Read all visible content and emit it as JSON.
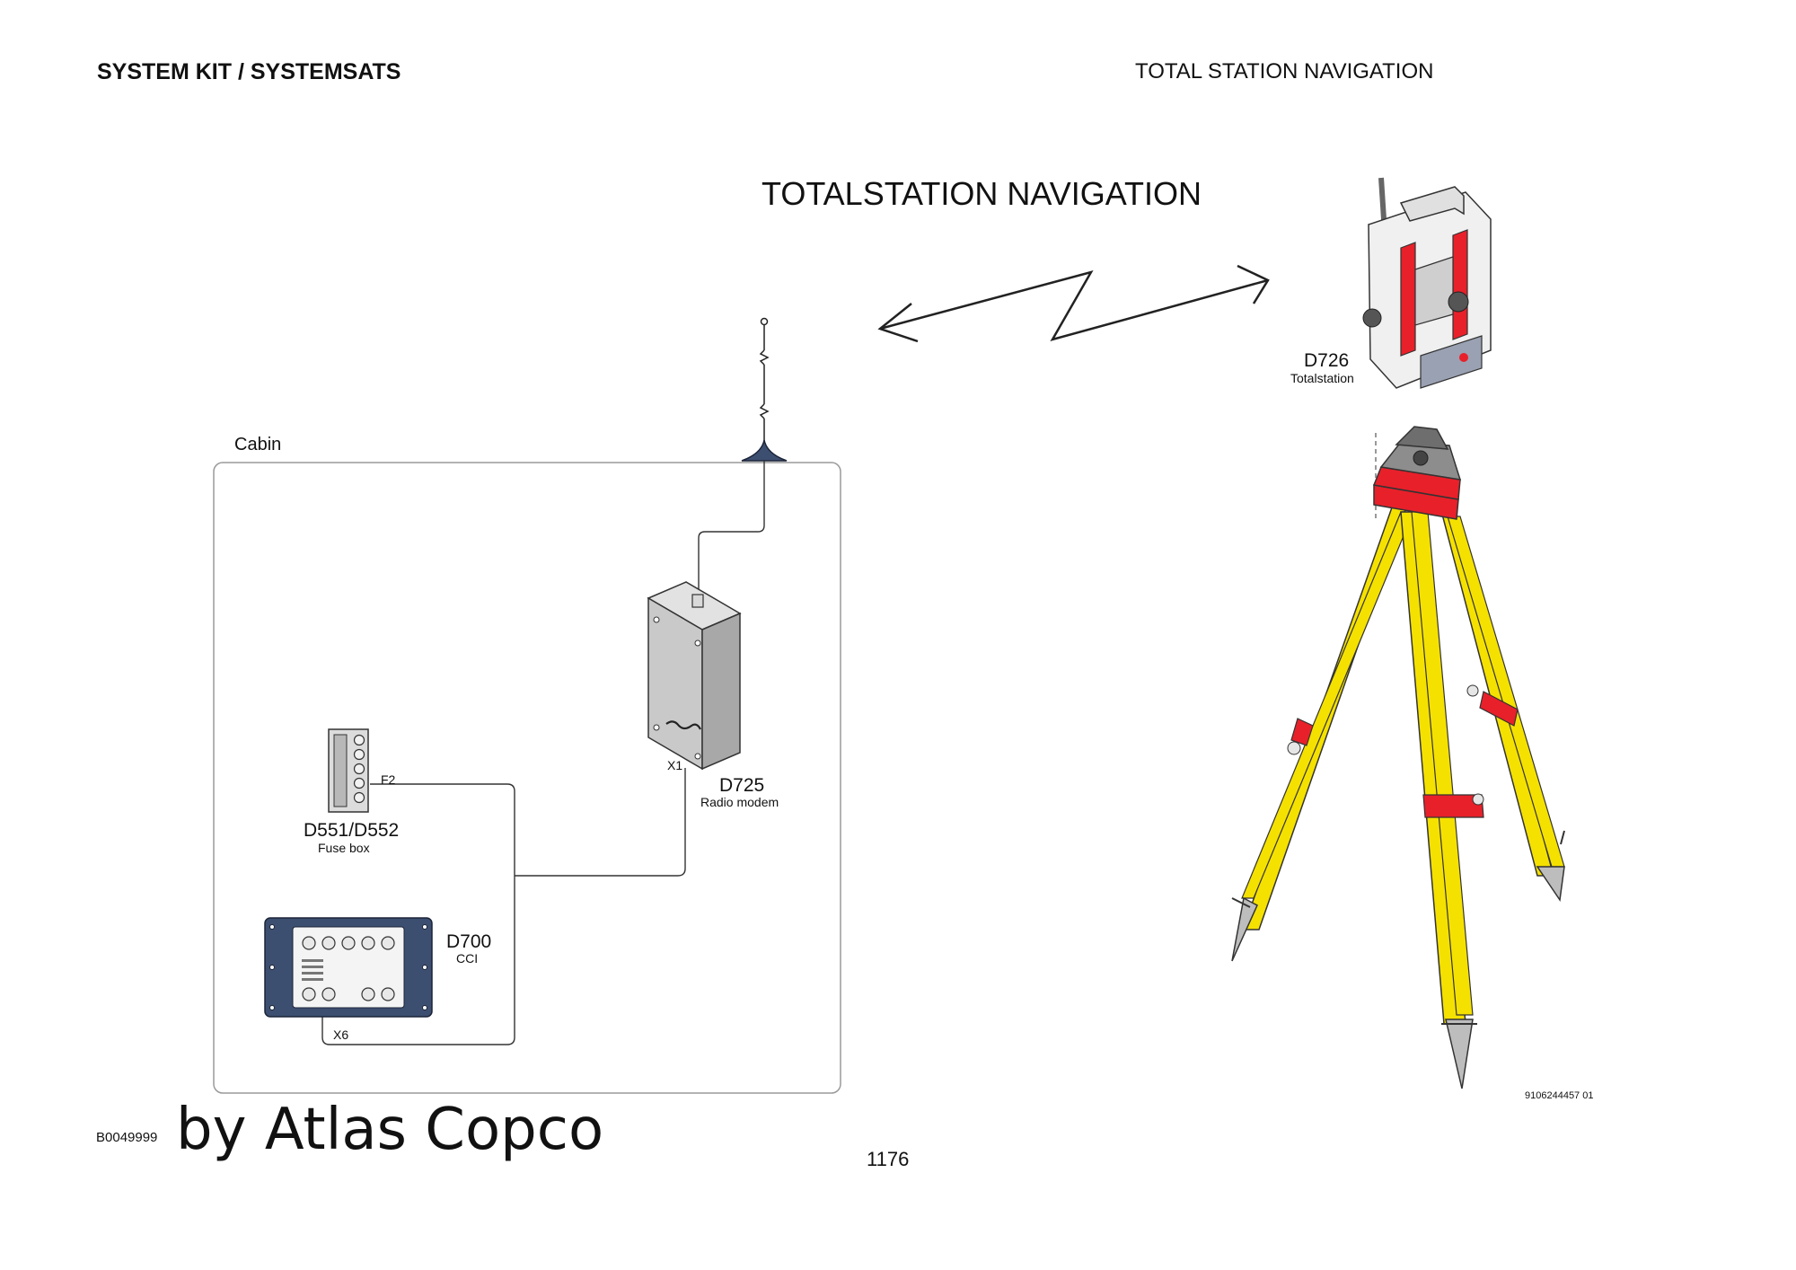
{
  "header": {
    "left": "SYSTEM KIT / SYSTEMSATS",
    "right": "TOTAL STATION NAVIGATION"
  },
  "diagram": {
    "title": "TOTALSTATION NAVIGATION",
    "cabin_label": "Cabin",
    "components": {
      "totalstation": {
        "code": "D726",
        "name": "Totalstation"
      },
      "radio_modem": {
        "code": "D725",
        "name": "Radio modem",
        "connector": "X1"
      },
      "fuse_box": {
        "code": "D551/D552",
        "name": "Fuse box",
        "connector": "F2"
      },
      "cci": {
        "code": "D700",
        "name": "CCI",
        "connector": "X6"
      }
    },
    "drawing_number": "9106244457 01"
  },
  "footer": {
    "code": "B0049999",
    "brand": "by Atlas Copco",
    "page": "1176"
  },
  "colors": {
    "tripod_yellow": "#f5e100",
    "tripod_red": "#e8202a",
    "cci_blue": "#3d4f70",
    "modem_grey": "#c9c9c9",
    "line": "#333333"
  }
}
